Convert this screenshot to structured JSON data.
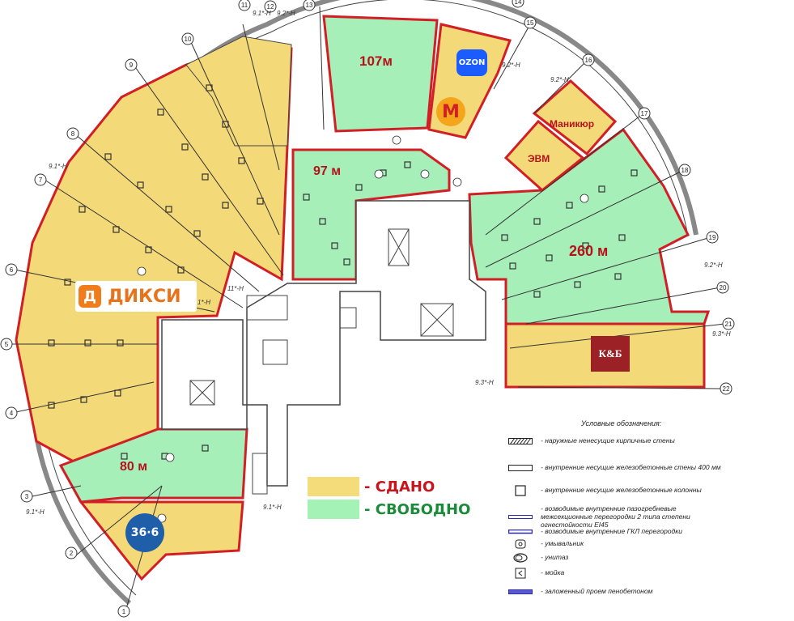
{
  "units": {
    "u107": "107м",
    "u97": "97 м",
    "u260": "260 м",
    "u80": "80 м"
  },
  "tenants": {
    "manicure": "Маникюр",
    "evm": "ЭВМ",
    "dixy": "ДИКСИ",
    "dixy_letter": "Д",
    "ozon": "OZON",
    "kb": "К&Б",
    "pharmacy": "36·6",
    "magnit_letter": "M"
  },
  "axes": [
    "1",
    "2",
    "3",
    "4",
    "5",
    "6",
    "7",
    "8",
    "9",
    "10",
    "11",
    "12",
    "13",
    "14",
    "15",
    "16",
    "17",
    "18",
    "19",
    "20",
    "21",
    "22"
  ],
  "marks": {
    "m91n_a": "9.1*-H",
    "m92n_a": "9.2*-H",
    "m92n_b": "9.2*-H",
    "m92n_c": "9.2*-H",
    "m91n_b": "9.1*-H",
    "m1n": "1*-H",
    "m11n": "11*-H",
    "m92n_d": "9.2*-H",
    "m93n_a": "9.3*-H",
    "m93n_b": "9.3*-H",
    "m91n_c": "9.1*-H",
    "m91n_d": "9.1*-H"
  },
  "status": {
    "rented": "- СДАНО",
    "free": "- СВОБОДНО",
    "rented_color": "#f5dc7a",
    "free_color": "#a4f2b6"
  },
  "legend": {
    "title": "Условные обозначения:",
    "items": [
      "- наружные ненесущие кирпичные стены",
      "- внутренние несущие железобетонные стены 400 мм",
      "- внутренние несущие железобетонные колонны",
      "- возводимые внутренние пазогребневые межсекционные перегородки 2 типа степени огнестойкости EI45",
      "- возводимые внутренние ГКЛ перегородки",
      "- умывальник",
      "- унитаз",
      "- мойка",
      "- заложенный проем пенобетоном"
    ]
  },
  "colors": {
    "boundary": "#d21f26",
    "rented": "#f3d977",
    "free": "#a6efb8"
  }
}
